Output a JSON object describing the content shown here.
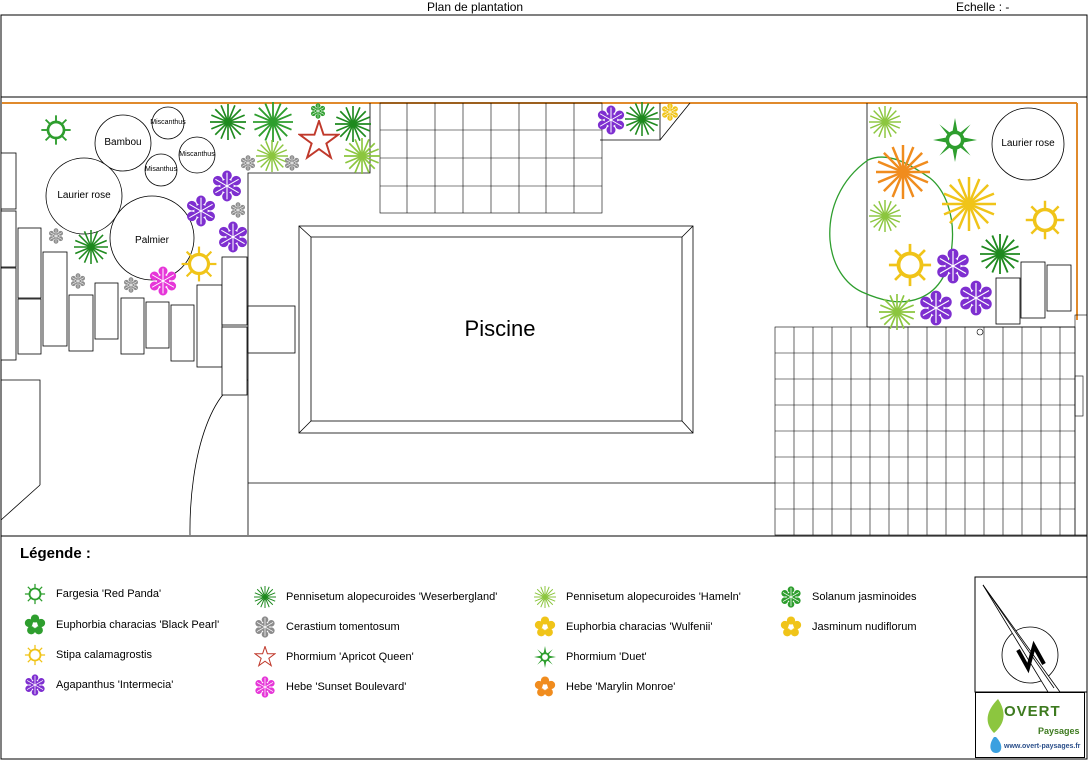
{
  "header": {
    "title": "Plan de plantation",
    "scale": "Echelle : -"
  },
  "plan": {
    "pool_label": "Piscine",
    "circles": {
      "bambou": "Bambou",
      "miscanthus_1": "Miscanthus",
      "miscanthus_2": "Miscanthus",
      "misanthus": "Misanthus",
      "laurier_rose_left": "Laurier rose",
      "palmier": "Palmier",
      "laurier_rose_right": "Laurier rose"
    }
  },
  "legend": {
    "title": "Légende :",
    "items": [
      {
        "label": "Fargesia 'Red Panda'",
        "icon": "fargesia-icon",
        "color": "#2e9e2e"
      },
      {
        "label": "Euphorbia characias 'Black Pearl'",
        "icon": "euphorbia-black-pearl-icon",
        "color": "#2e9e2e"
      },
      {
        "label": "Stipa calamagrostis",
        "icon": "stipa-icon",
        "color": "#f0c419"
      },
      {
        "label": "Agapanthus 'Intermecia'",
        "icon": "agapanthus-icon",
        "color": "#7e2fd0"
      },
      {
        "label": "Pennisetum alopecuroides 'Weserbergland'",
        "icon": "pennisetum-weserbergland-icon",
        "color": "#1f8a1f"
      },
      {
        "label": "Cerastium tomentosum",
        "icon": "cerastium-icon",
        "color": "#8c8c8c"
      },
      {
        "label": "Phormium 'Apricot Queen'",
        "icon": "phormium-apricot-icon",
        "color": "#c0392b"
      },
      {
        "label": "Hebe 'Sunset Boulevard'",
        "icon": "hebe-sunset-icon",
        "color": "#e636d8"
      },
      {
        "label": "Pennisetum alopecuroides 'Hameln'",
        "icon": "pennisetum-hameln-icon",
        "color": "#8cc63f"
      },
      {
        "label": "Euphorbia characias 'Wulfenii'",
        "icon": "euphorbia-wulfenii-icon",
        "color": "#f0c419"
      },
      {
        "label": "Phormium 'Duet'",
        "icon": "phormium-duet-icon",
        "color": "#2e9e2e"
      },
      {
        "label": "Hebe 'Marylin Monroe'",
        "icon": "hebe-marylin-icon",
        "color": "#f08c1e"
      },
      {
        "label": "Solanum jasminoides",
        "icon": "solanum-icon",
        "color": "#2e9e2e"
      },
      {
        "label": "Jasminum nudiflorum",
        "icon": "jasminum-icon",
        "color": "#f0c419"
      }
    ]
  },
  "logo": {
    "brand": "OVERT",
    "sub": "Paysages",
    "url": "www.overt-paysages.fr"
  }
}
